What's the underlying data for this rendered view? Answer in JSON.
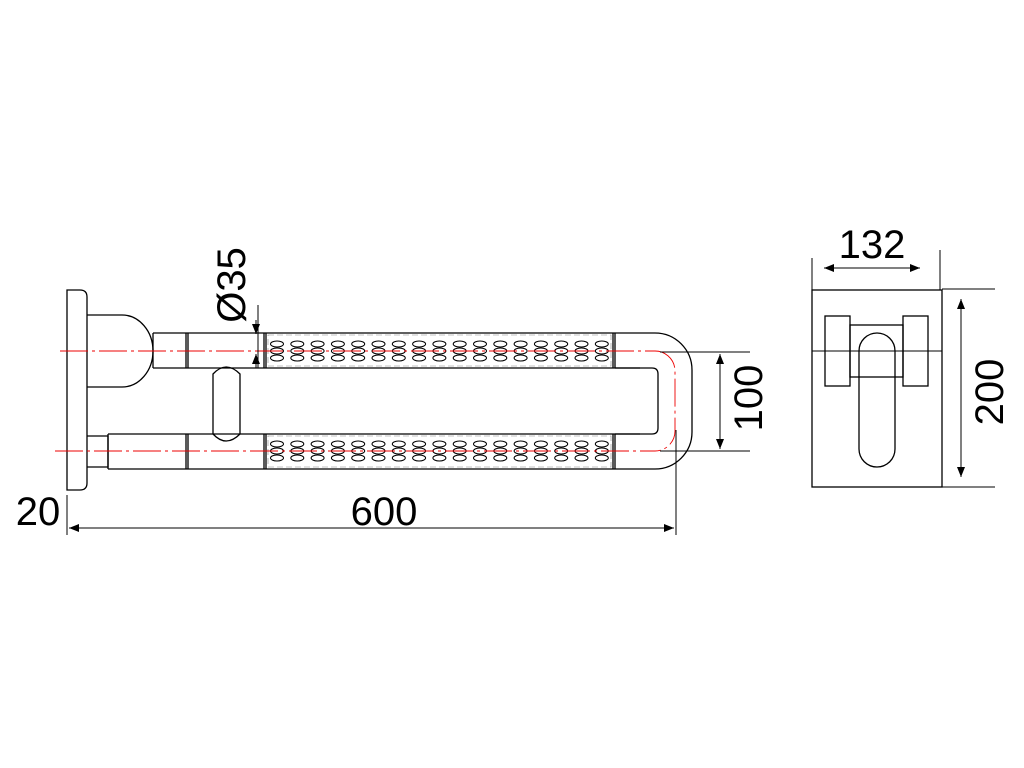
{
  "drawing": {
    "front_view": {
      "dimensions": {
        "length": "600",
        "plate_thickness": "20",
        "rail_spacing": "100",
        "tube_diameter": "Ø35"
      }
    },
    "side_view": {
      "dimensions": {
        "width": "132",
        "height": "200"
      }
    },
    "colors": {
      "line": "#000000",
      "centerline": "#e00000"
    }
  }
}
